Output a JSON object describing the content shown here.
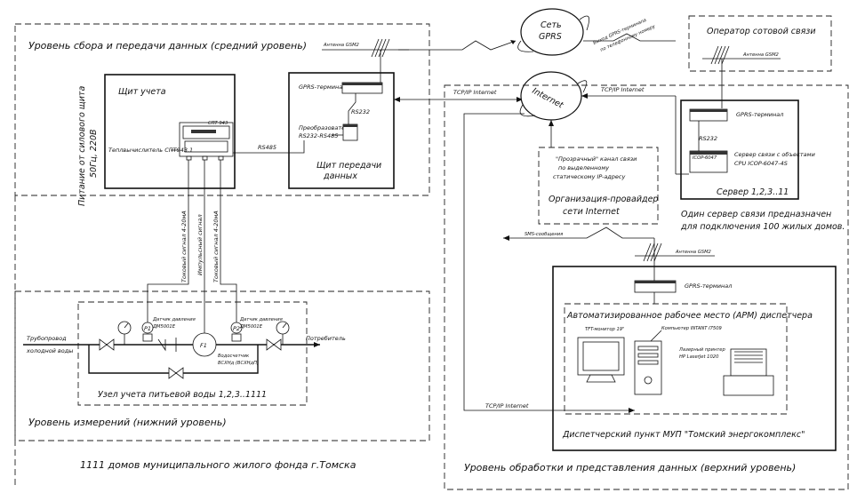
{
  "levels": {
    "middle": "Уровень сбора и передачи данных (средний уровень)",
    "lower": "Уровень измерений (нижний уровень)",
    "upper": "Уровень обработки и представления данных (верхний уровень)"
  },
  "captions": {
    "houses": "1111 домов муниципального жилого фонда г.Томска",
    "server_note_1": "Один сервер связи предназначен",
    "server_note_2": "для подключения 100 жилых домов."
  },
  "meter_panel": {
    "title": "Щит учета",
    "calculator": "Теплвычислитель СПТ943.1",
    "calc_tag": "СПТ 943",
    "power_1": "Питание от силового щита",
    "power_2": "50Гц, 220В"
  },
  "transfer_panel": {
    "title_1": "Щит передачи",
    "title_2": "данных",
    "gprs_label": "GPRS-терминал",
    "converter_1": "Преобразователь",
    "converter_2": "RS232-RS485",
    "rs232": "RS232",
    "rs485": "RS485",
    "antenna": "Антенна GSM2"
  },
  "clouds": {
    "gprs_1": "Сеть",
    "gprs_2": "GPRS",
    "internet": "Internet"
  },
  "links": {
    "tcp_left": "TCP/IP Internet",
    "tcp_right": "TCP/IP Internet",
    "tcp_bottom": "TCP/IP Internet",
    "gprs_call_1": "Выход GPRS-терминала",
    "gprs_call_2": "по телефонному номеру",
    "sms": "SMS-сообщения"
  },
  "operator": {
    "title": "Оператор сотовой связи",
    "antenna": "Антенна GSM2"
  },
  "server": {
    "gprs_label": "GPRS-терминал",
    "rs232": "RS232",
    "server_1": "Сервер связи с объектами",
    "server_2": "CPU ICOP-6047-4S",
    "dev_tag": "ICOP-6047",
    "caption": "Сервер 1,2,3..11"
  },
  "provider": {
    "line1": "\"Прозрачный\" канал связи",
    "line2": "по выделенному",
    "line3": "статическому IP-адресу",
    "title_1": "Организация-провайдер",
    "title_2": "сети Internet"
  },
  "signals": {
    "current_left": "Токовый сигнал 4-20мА",
    "pulse": "Импульсный сигнал",
    "current_right": "Токовый сигнал 4-20мА"
  },
  "water_node": {
    "title": "Узел учета питьевой воды  1,2,3..1111",
    "inlet_1": "Трубопровод",
    "inlet_2": "холодной воды",
    "consumer": "Потребитель",
    "p1": "P1",
    "p2": "P2",
    "f1": "F1",
    "sensor_1a": "Датчик давления",
    "sensor_1b": "ДМ5001Е",
    "sensor_2a": "Датчик давления",
    "sensor_2b": "ДМ5001Е",
    "meter_1": "Водосчетчик",
    "meter_2": "ВСХНд (ВСХНдП)"
  },
  "dispatch": {
    "antenna": "Антенна GSM2",
    "gprs_label": "GPRS-терминал",
    "arm": "Автоматизированное рабочее место (АРМ) диспетчера",
    "monitor": "TFT-монитор 19\"",
    "computer": "Компьютер INTANT I7509",
    "printer_1": "Лазерный принтер",
    "printer_2": "HP LaserJet 1020",
    "title": "Диспетчерский пункт МУП \"Томский энергокомплекс\""
  }
}
